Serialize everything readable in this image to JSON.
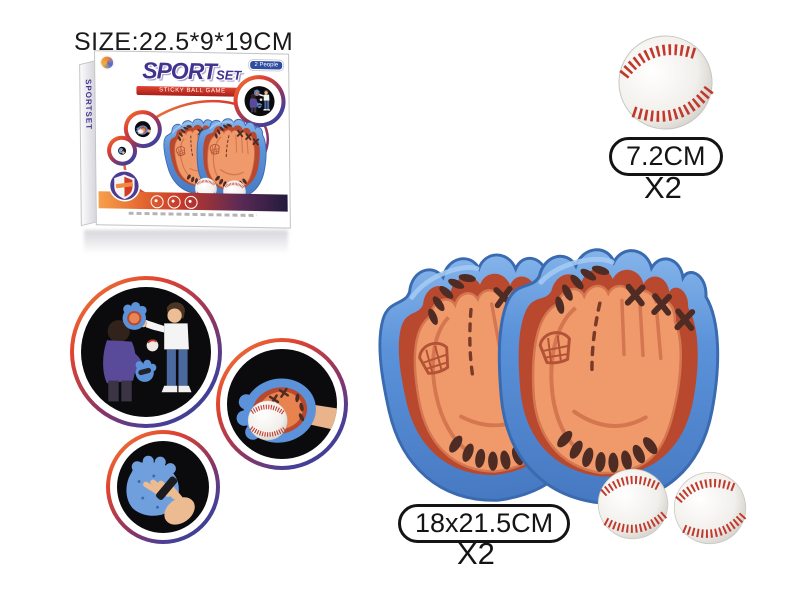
{
  "product": {
    "size_label": "SIZE:22.5*9*19CM"
  },
  "box": {
    "title": "SPORT",
    "title_suffix": "SET",
    "subtitle": "STICKY BALL GAME",
    "corner_badge": "2 People",
    "side_text": "SPORTSET"
  },
  "balls": {
    "dimension_label": "7.2CM",
    "quantity_label": "X2"
  },
  "gloves": {
    "dimension_label": "18x21.5CM",
    "quantity_label": "X2"
  },
  "colors": {
    "background": "#ffffff",
    "glove_blue": "#5b92d9",
    "glove_blue_dark": "#3a6ab0",
    "glove_inner_red": "#b8492f",
    "glove_orange": "#f09a6c",
    "stitch_brown": "#4e2c24",
    "ball_stitch_red": "#c0392b",
    "label_border": "#141414",
    "ring_gradient": [
      "#f08a3c",
      "#e2442f",
      "#8a3564",
      "#2e3f8f"
    ]
  }
}
